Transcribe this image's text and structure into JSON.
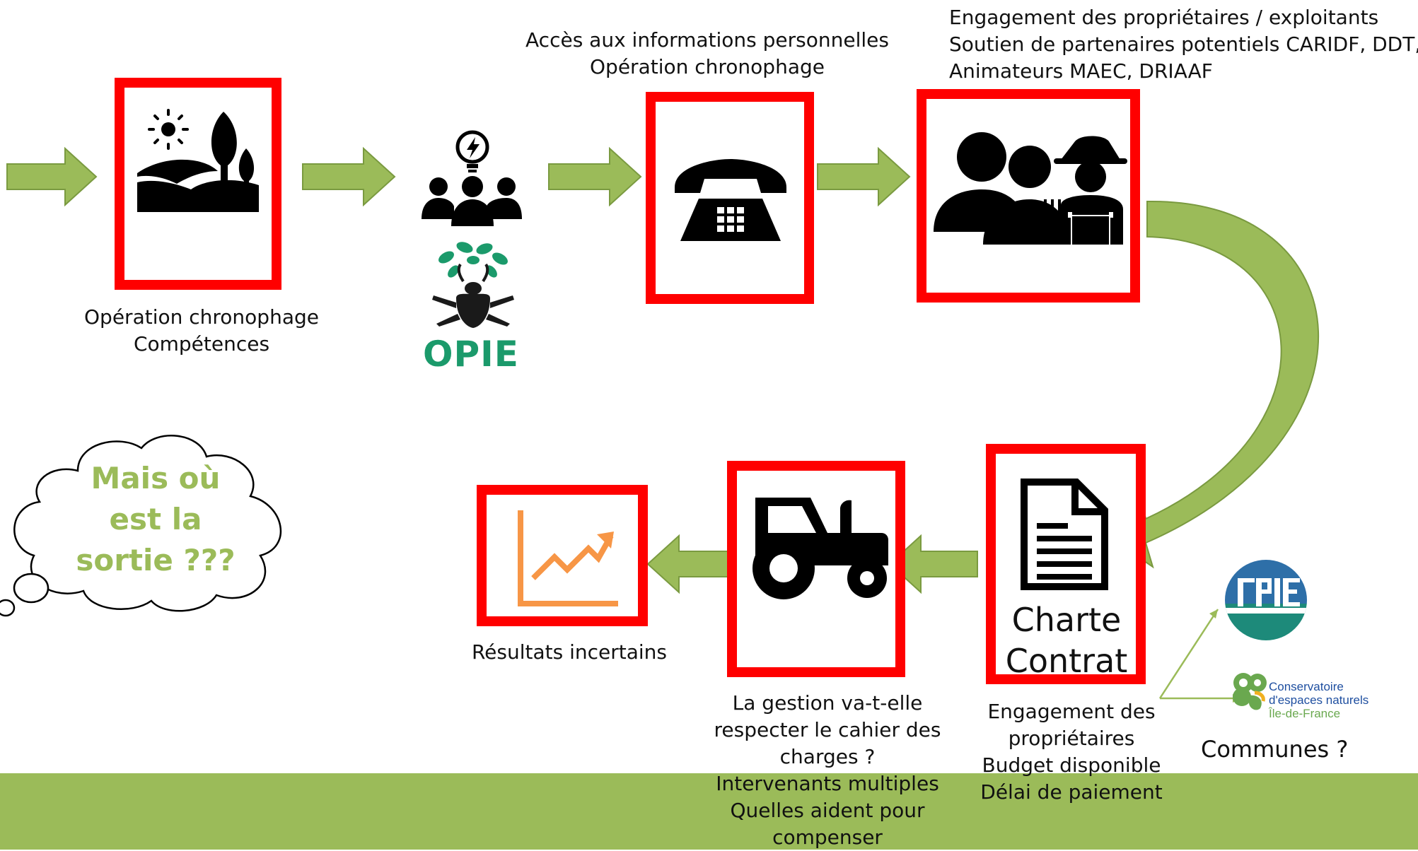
{
  "colors": {
    "arrow_fill": "#9bbb59",
    "arrow_stroke": "#7a9a40",
    "box_border": "#ff0000",
    "footer": "#9bbb59",
    "cloud_text": "#9bbb59",
    "opie_green": "#1b9a6b",
    "chart_orange": "#f79646",
    "cpie_blue": "#2e6fa8",
    "cen_blue": "#1f4fa0"
  },
  "steps": {
    "landscape": {
      "icon": "landscape-icon",
      "lines": [
        "Opération chronophage",
        "Compétences"
      ]
    },
    "opie": {
      "icon": "team-idea-icon",
      "logo_text": "OPIE"
    },
    "phone": {
      "icon": "telephone-icon",
      "lines": [
        "Accès aux informations personnelles",
        "Opération chronophage"
      ]
    },
    "people": {
      "icon": "people-farmer-icon",
      "lines": [
        "Engagement des propriétaires / exploitants",
        "Soutien de partenaires potentiels CARIDF, DDT,",
        "Animateurs MAEC, DRIAAF"
      ]
    },
    "charte": {
      "icon": "document-icon",
      "box_lines": [
        "Charte",
        "Contrat"
      ],
      "lines": [
        "Engagement des",
        "propriétaires",
        "Budget disponible",
        "Délai de paiement"
      ]
    },
    "tractor": {
      "icon": "tractor-icon",
      "lines": [
        "La gestion va-t-elle",
        "respecter le cahier des",
        "charges ?",
        "Intervenants multiples",
        "Quelles aident pour",
        "compenser"
      ]
    },
    "results": {
      "icon": "rising-chart-icon",
      "lines": [
        "Résultats incertains"
      ]
    }
  },
  "cloud": {
    "lines": [
      "Mais où",
      "est la",
      "sortie ???"
    ]
  },
  "partners": {
    "cpie_logo": "cpie-logo",
    "cen_lines": [
      "Conservatoire",
      "d'espaces naturels",
      "Île-de-France"
    ],
    "communes": "Communes ?"
  }
}
